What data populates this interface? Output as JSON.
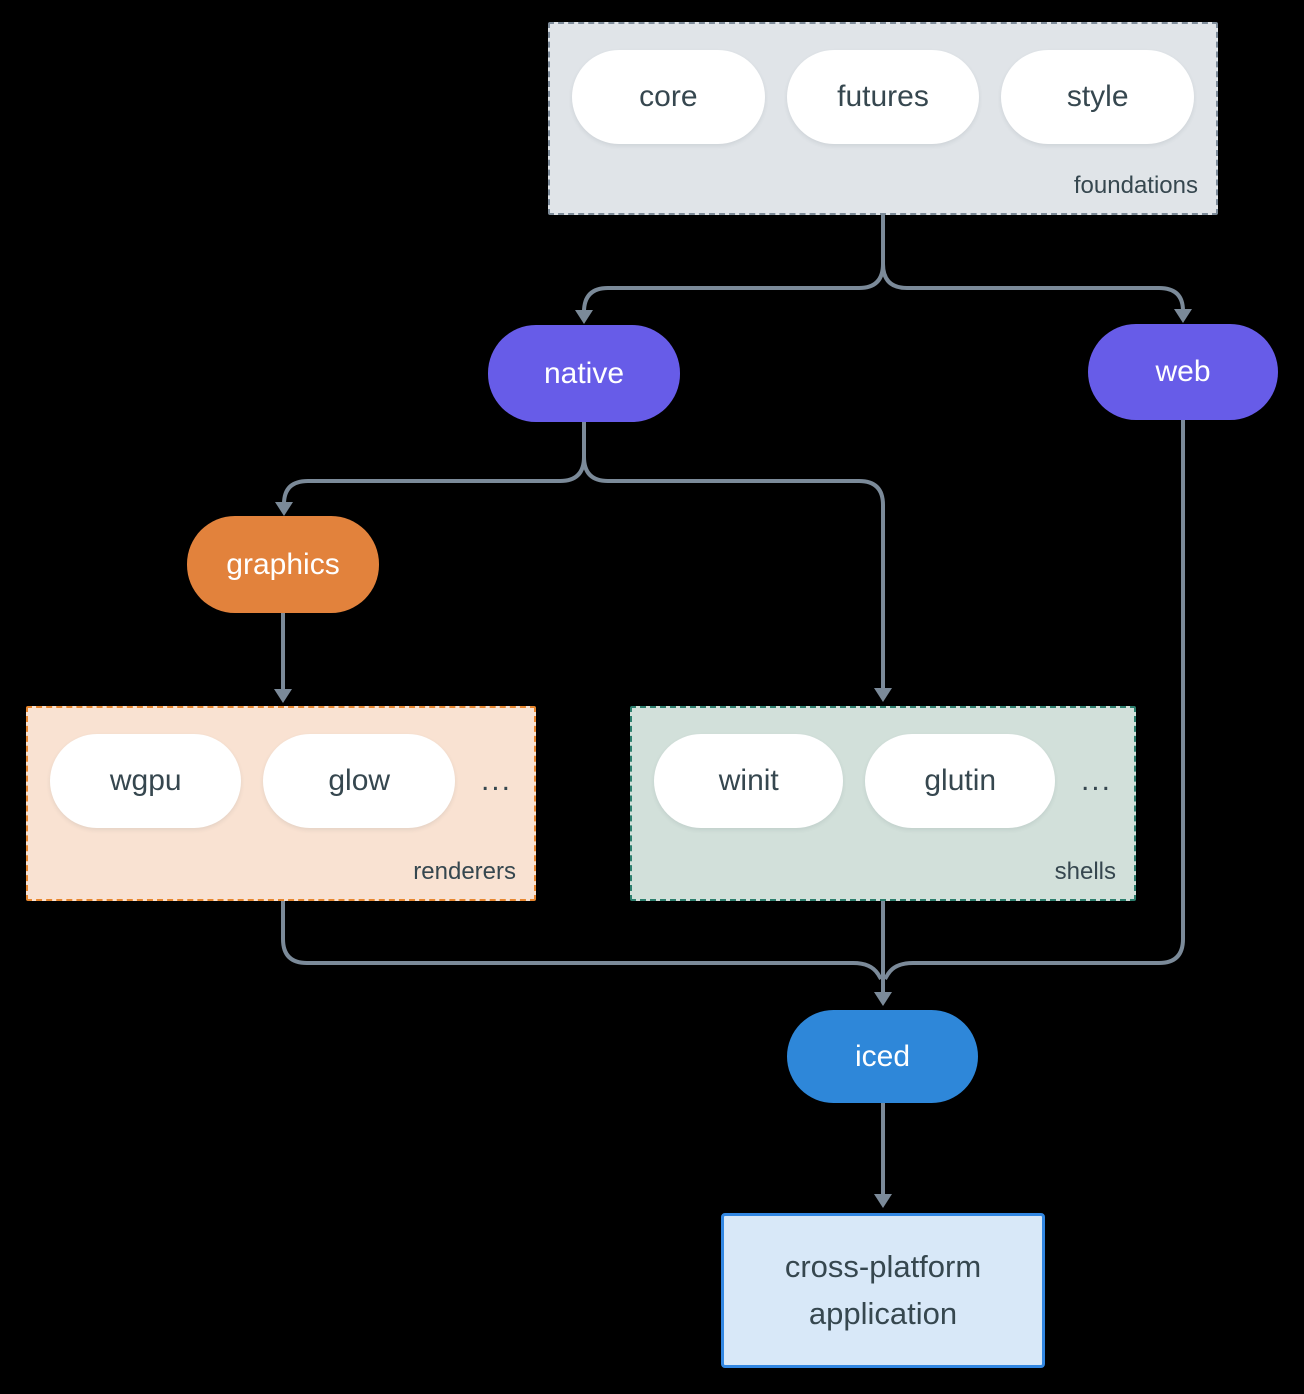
{
  "colors": {
    "background": "#000000",
    "arrow": "#7b8a99",
    "dark-text": "#36474f",
    "pill-white": "#ffffff",
    "purple": "#675ce8",
    "orange": "#e2823c",
    "blue": "#2e87d9",
    "foundations-fill": "#e0e4e8",
    "foundations-border": "#7e8c9a",
    "renderers-fill": "#f9e2d2",
    "renderers-border": "#e8872f",
    "shells-fill": "#d2e0da",
    "shells-border": "#2d7f6e",
    "app-fill": "#d8e8f8",
    "app-border": "#3287e2"
  },
  "groups": {
    "foundations": {
      "label": "foundations",
      "pills": [
        "core",
        "futures",
        "style"
      ]
    },
    "renderers": {
      "label": "renderers",
      "pills": [
        "wgpu",
        "glow"
      ],
      "more": "..."
    },
    "shells": {
      "label": "shells",
      "pills": [
        "winit",
        "glutin"
      ],
      "more": "..."
    }
  },
  "nodes": {
    "native": {
      "label": "native"
    },
    "web": {
      "label": "web"
    },
    "graphics": {
      "label": "graphics"
    },
    "iced": {
      "label": "iced"
    },
    "application": {
      "lines": [
        "cross-platform",
        "application"
      ]
    }
  }
}
